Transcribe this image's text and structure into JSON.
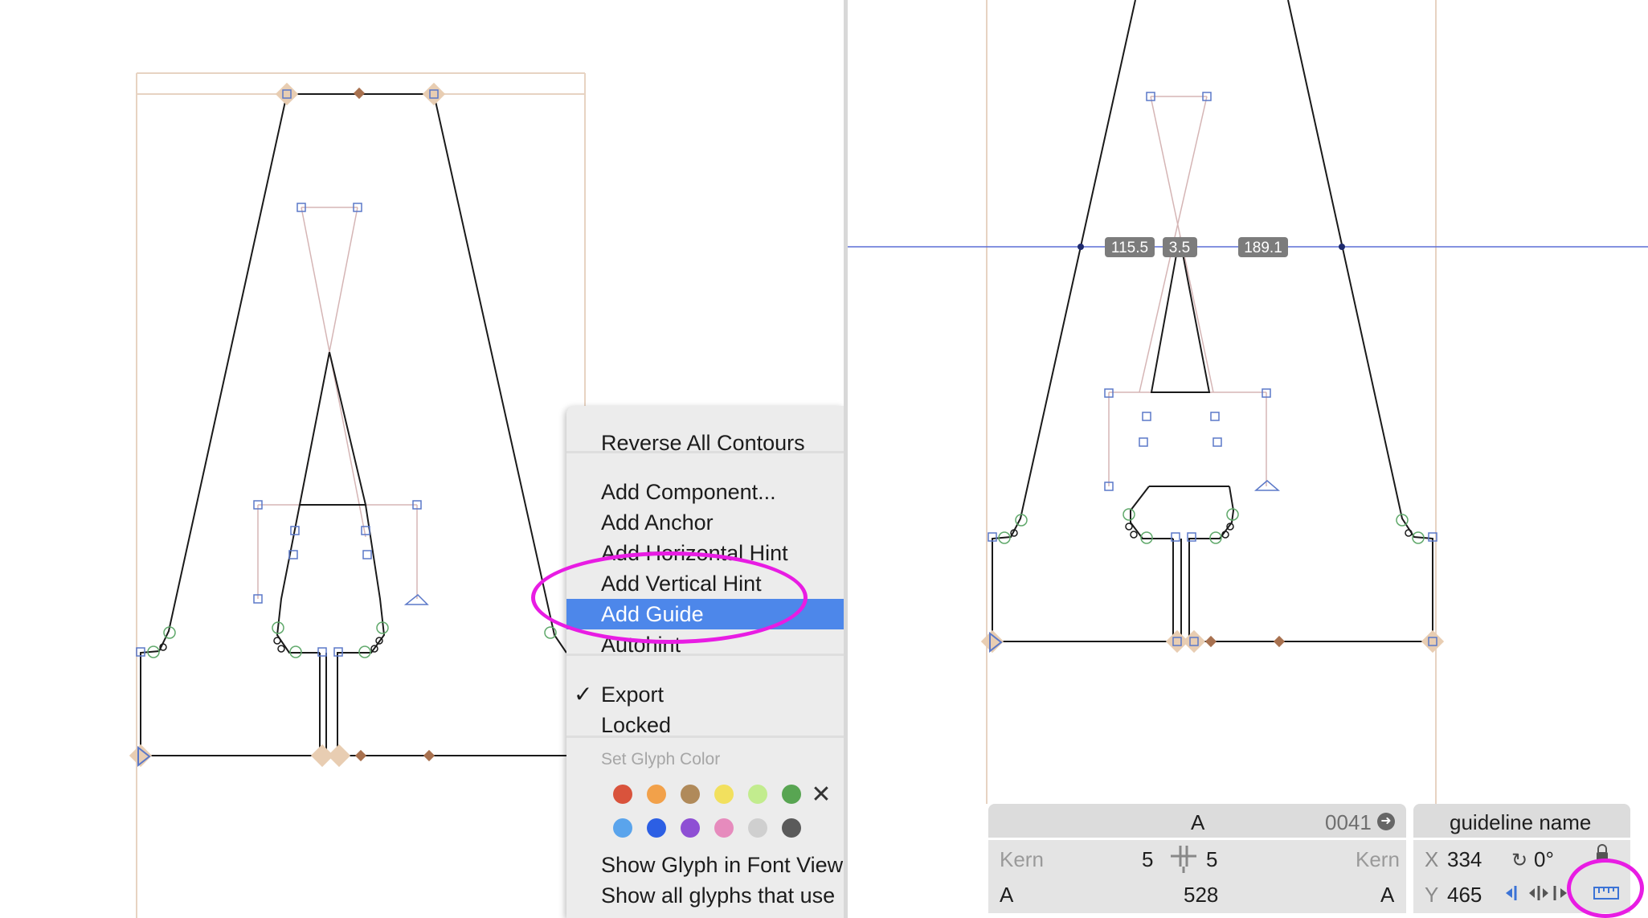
{
  "context_menu": {
    "reverse_all_contours": "Reverse All Contours",
    "add_component": "Add Component...",
    "add_anchor": "Add Anchor",
    "add_horizontal_hint": "Add Horizontal Hint",
    "add_vertical_hint": "Add Vertical Hint",
    "add_guide": "Add Guide",
    "autohint": "Autohint",
    "export": "Export",
    "export_checked": "✓",
    "locked": "Locked",
    "set_glyph_color": "Set Glyph Color",
    "show_glyph_in_font_view": "Show Glyph in Font View",
    "show_all_glyphs": "Show all glyphs that use",
    "clear_color_icon": "✕",
    "colors": [
      "#d9533c",
      "#f2a14a",
      "#b08a5a",
      "#f2e05e",
      "#c2ec8e",
      "#58a552",
      "#5aa4ec",
      "#2c5fe4",
      "#8e4fd4",
      "#e68bbd",
      "#cfcfcf",
      "#5a5a5a"
    ]
  },
  "measurements": {
    "left_distance": "115.5",
    "stem_distance": "3.5",
    "right_distance": "189.1"
  },
  "glyph_info": {
    "glyph_name": "A",
    "unicode": "0041",
    "left_kern_label": "Kern",
    "right_kern_label": "Kern",
    "left_sidebearing": "5",
    "right_sidebearing": "5",
    "left_kern_glyph": "A",
    "right_kern_glyph": "A",
    "width": "528"
  },
  "guideline_info": {
    "name": "guideline name",
    "x_label": "X",
    "x_value": "334",
    "y_label": "Y",
    "y_value": "465",
    "angle": "0°",
    "lock_icon": "lock-icon",
    "ruler_icon": "ruler-icon"
  },
  "colors": {
    "highlight": "#4d87ea",
    "annotation": "#e81ce3",
    "guide_line": "#5b6fd6",
    "outline": "#1a1a1a",
    "handle": "#c9a7a7",
    "node_fill": "#e8cdb2"
  }
}
